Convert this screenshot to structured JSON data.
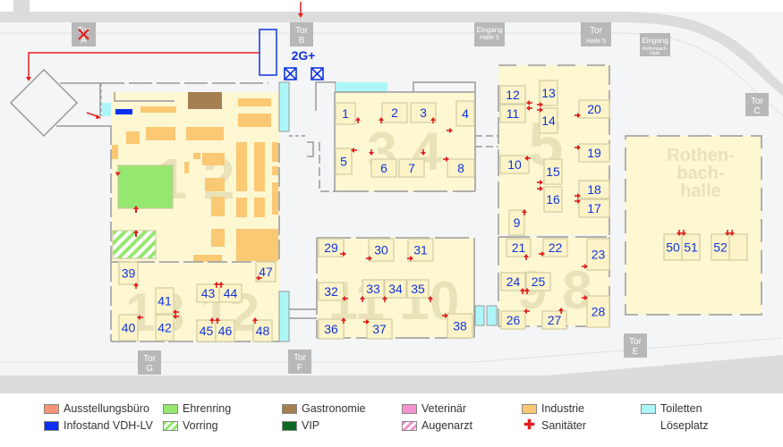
{
  "colors": {
    "hall_fill": "#fdf7d2",
    "ground": "#f4f5f6",
    "road": "#dcdcdc",
    "wall": "#9a9a9a",
    "gate": "#b8b8b8",
    "booth_text": "#1133dd",
    "arrow": "#e02020",
    "industrie": "#fbc874",
    "gastronomie": "#a57f52",
    "toiletten": "#adf6f8",
    "ehrenring": "#95e86e",
    "infostand": "#0b2ff0",
    "ausstellungsbuero": "#f59476",
    "veterinaer": "#f592cf",
    "vip": "#0a6a21"
  },
  "gates": [
    {
      "id": "tor-a",
      "line1": "Tor",
      "line2": "A",
      "closed": true
    },
    {
      "id": "tor-b",
      "line1": "Tor",
      "line2": "B"
    },
    {
      "id": "eingang-halle-5",
      "line1": "Eingang",
      "line2": "Halle 5"
    },
    {
      "id": "tor-halle-5",
      "line1": "Tor",
      "line2": "Halle 5"
    },
    {
      "id": "eingang-rothenbach",
      "line1": "Eingang",
      "line2": "Rothenbach-",
      "line3": "Halle"
    },
    {
      "id": "tor-c",
      "line1": "Tor",
      "line2": "C"
    },
    {
      "id": "tor-e",
      "line1": "Tor",
      "line2": "E"
    },
    {
      "id": "tor-f",
      "line1": "Tor",
      "line2": "F"
    },
    {
      "id": "tor-g",
      "line1": "Tor",
      "line2": "G"
    }
  ],
  "entrance_label": "2G+",
  "halls": {
    "h12": "1 2",
    "h34": "3 4",
    "h5": "5",
    "h98": "9 8",
    "h1110": "11 10",
    "h1312": "13 12",
    "rothenbach": [
      "Rothen-",
      "bach-",
      "halle"
    ]
  },
  "booths": [
    "1",
    "2",
    "3",
    "4",
    "5",
    "6",
    "7",
    "8",
    "9",
    "10",
    "11",
    "12",
    "13",
    "14",
    "15",
    "16",
    "17",
    "18",
    "19",
    "20",
    "21",
    "22",
    "23",
    "24",
    "25",
    "26",
    "27",
    "28",
    "29",
    "30",
    "31",
    "32",
    "33",
    "34",
    "35",
    "36",
    "37",
    "38",
    "39",
    "40",
    "41",
    "42",
    "43",
    "44",
    "45",
    "46",
    "47",
    "48",
    "50",
    "51",
    "52"
  ],
  "legend": [
    {
      "label": "Ausstellungsbüro",
      "swatch": "ausstellungsbuero"
    },
    {
      "label": "Infostand VDH-LV",
      "swatch": "infostand"
    },
    {
      "label": "Ehrenring",
      "swatch": "ehrenring"
    },
    {
      "label": "Vorring",
      "swatch": "vorring-striped"
    },
    {
      "label": "Gastronomie",
      "swatch": "gastronomie"
    },
    {
      "label": "VIP",
      "swatch": "vip"
    },
    {
      "label": "Veterinär",
      "swatch": "veterinaer"
    },
    {
      "label": "Augenarzt",
      "swatch": "augenarzt-striped"
    },
    {
      "label": "Industrie",
      "swatch": "industrie"
    },
    {
      "label": "Sanitäter",
      "swatch": "red-cross"
    },
    {
      "label": "Toiletten",
      "swatch": "toiletten"
    },
    {
      "label": "Löseplatz",
      "swatch": "none"
    }
  ]
}
